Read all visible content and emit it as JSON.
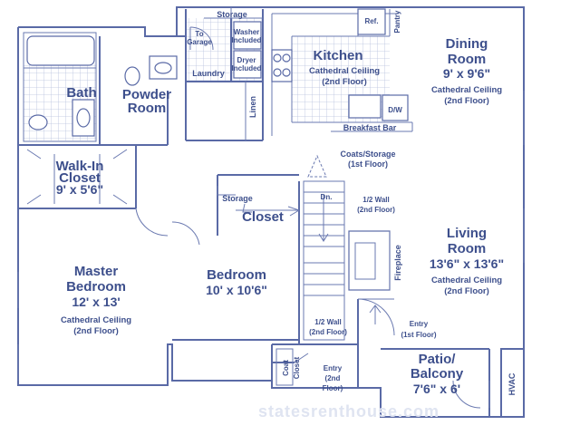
{
  "labels": {
    "storage_top": "Storage",
    "to_garage_1": "To",
    "to_garage_2": "Garage",
    "washer_1": "Washer",
    "washer_2": "Included",
    "dryer_1": "Dryer",
    "dryer_2": "Included",
    "laundry": "Laundry",
    "ref": "Ref.",
    "pantry": "Pantry",
    "kitchen": "Kitchen",
    "kitchen_note_1": "Cathedral Ceiling",
    "kitchen_note_2": "(2nd Floor)",
    "dw": "D/W",
    "breakfast_bar": "Breakfast Bar",
    "linen": "Linen",
    "dining": "Dining",
    "dining_2": "Room",
    "dining_dim": "9' x 9'6\"",
    "dining_note_1": "Cathedral Ceiling",
    "dining_note_2": "(2nd Floor)",
    "bath": "Bath",
    "powder_1": "Powder",
    "powder_2": "Room",
    "walkin_1": "Walk-In",
    "walkin_2": "Closet",
    "walkin_dim": "9' x 5'6\"",
    "coats_storage": "Coats/Storage",
    "coats_storage_2": "(1st Floor)",
    "storage_bed": "Storage",
    "closet": "Closet",
    "dn": "Dn.",
    "half_wall_top_1": "1/2 Wall",
    "half_wall_top_2": "(2nd Floor)",
    "fireplace": "Fireplace",
    "living_1": "Living",
    "living_2": "Room",
    "living_dim": "13'6\" x 13'6\"",
    "living_note_1": "Cathedral Ceiling",
    "living_note_2": "(2nd Floor)",
    "master_1": "Master",
    "master_2": "Bedroom",
    "master_dim": "12' x 13'",
    "master_note_1": "Cathedral Ceiling",
    "master_note_2": "(2nd Floor)",
    "bedroom": "Bedroom",
    "bedroom_dim": "10' x 10'6\"",
    "half_wall_bot_1": "1/2 Wall",
    "half_wall_bot_2": "(2nd Floor)",
    "entry_1": "Entry",
    "entry_2": "(1st Floor)",
    "coat_1": "Coat",
    "coat_2": "Closet",
    "entry2_1": "Entry",
    "entry2_2": "(2nd",
    "entry2_3": "Floor)",
    "patio_1": "Patio/",
    "patio_2": "Balcony",
    "patio_dim": "7'6\" x 6'",
    "hvac": "HVAC",
    "watermark": "statesrenthouse.com"
  }
}
